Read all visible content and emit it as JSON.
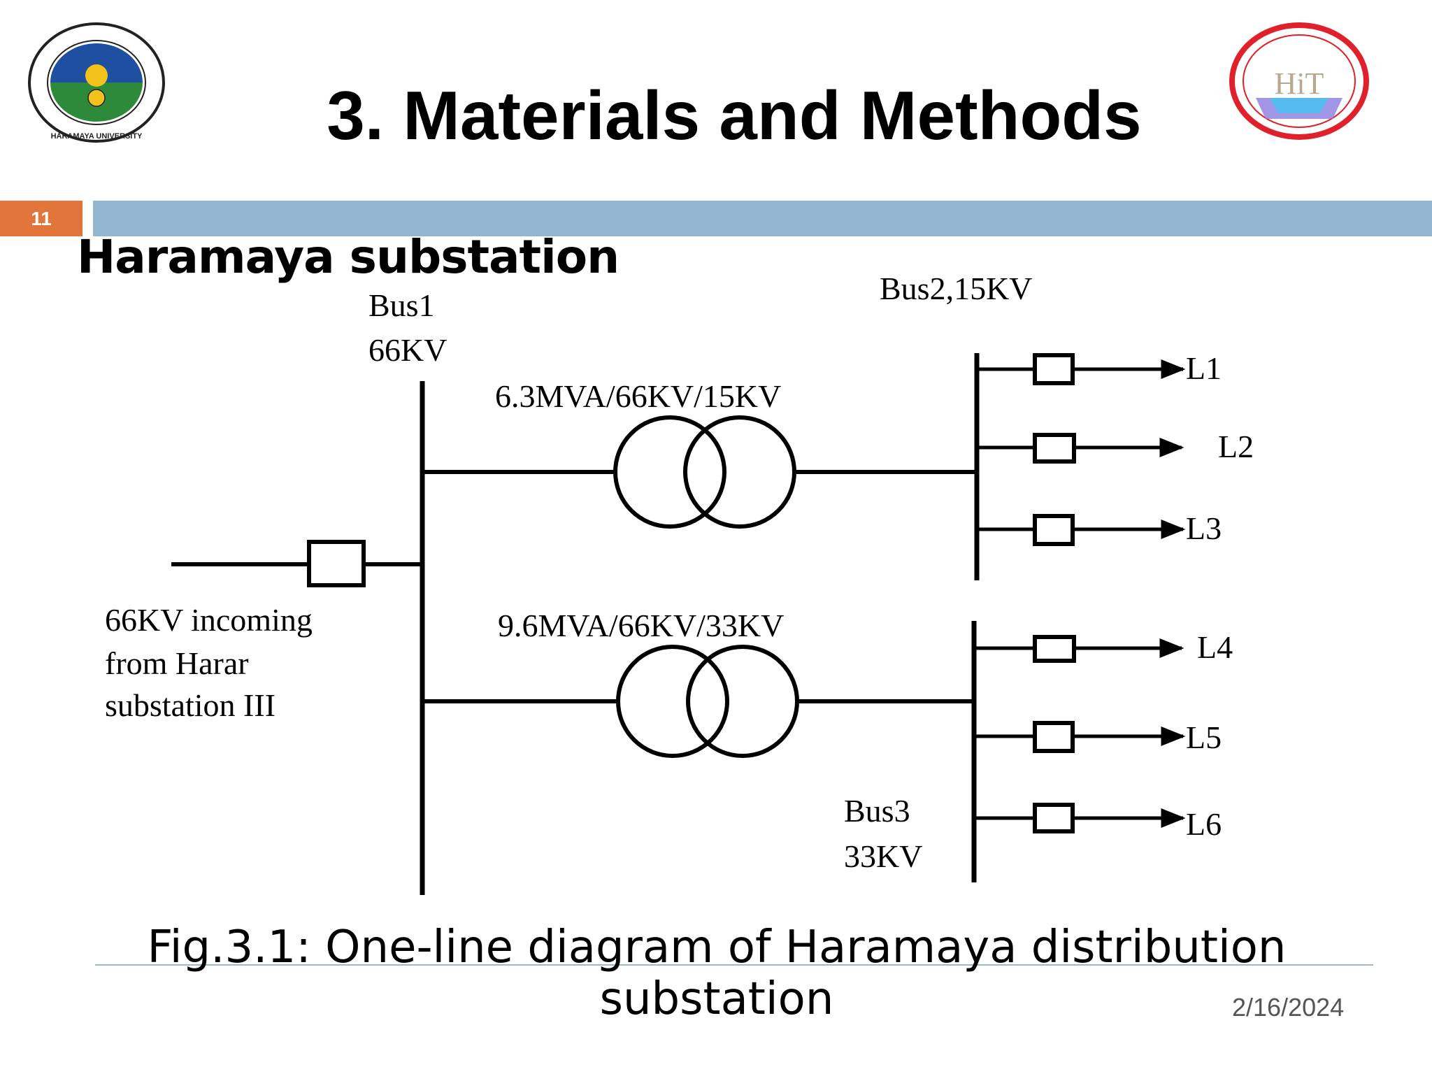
{
  "slide": {
    "title": "3. Materials and Methods",
    "page_number": "11",
    "subtitle": "Haramaya substation",
    "caption_line1": "Fig.3.1: One-line diagram of Haramaya distribution",
    "caption_line2": "substation",
    "date": "2/16/2024"
  },
  "logos": {
    "left": {
      "icon": "haramaya-university-seal-icon",
      "text": "HARAMAYA UNIVERSITY"
    },
    "right": {
      "icon": "hit-institute-logo-icon",
      "text": "HiT"
    }
  },
  "diagram": {
    "bus1_line1": "Bus1",
    "bus1_line2": "66KV",
    "bus2_label": "Bus2,15KV",
    "bus3_line1": "Bus3",
    "bus3_line2": "33KV",
    "transformer1_label": "6.3MVA/66KV/15KV",
    "transformer2_label": "9.6MVA/66KV/33KV",
    "incoming_line1": "66KV incoming",
    "incoming_line2": "from Harar",
    "incoming_line3": "substation III",
    "feeders": [
      "L1",
      "L2",
      "L3",
      "L4",
      "L5",
      "L6"
    ]
  },
  "colors": {
    "accent_orange": "#e2753a",
    "header_blue": "#93b5d0",
    "rule_blue": "#9cb8cf",
    "seal_blue": "#1f4fa0",
    "seal_green": "#2d8a3a",
    "hit_red": "#e0202a"
  }
}
